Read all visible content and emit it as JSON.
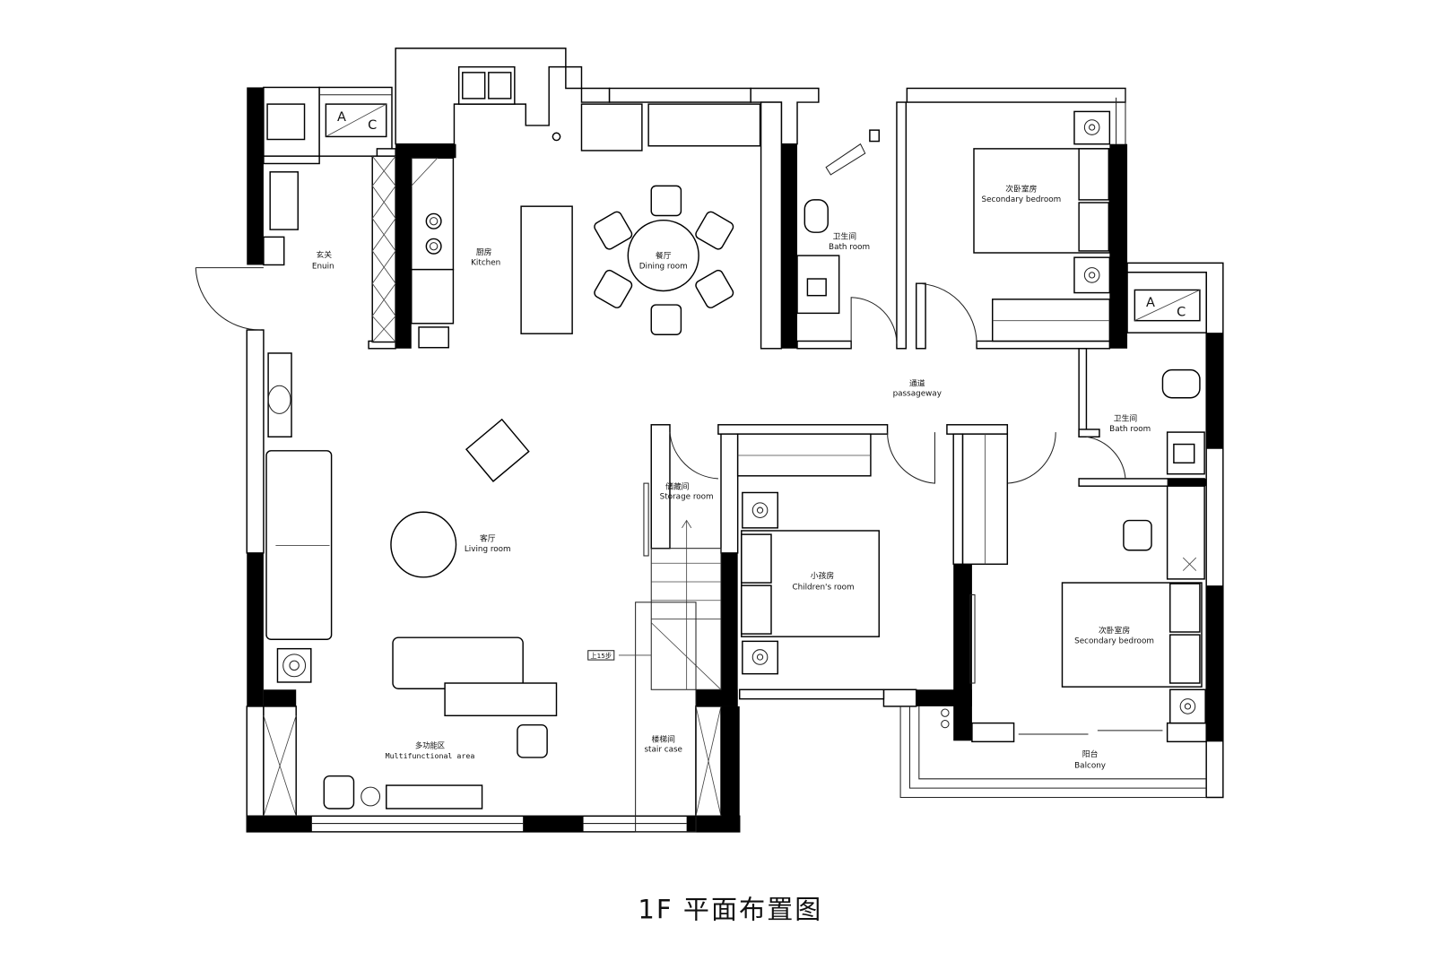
{
  "title": "1F 平面布置图",
  "rooms": {
    "entry": {
      "cn": "玄关",
      "en": "Enuin"
    },
    "kitchen": {
      "cn": "厨房",
      "en": "Kitchen"
    },
    "dining": {
      "cn": "餐厅",
      "en": "Dining room"
    },
    "bath1": {
      "cn": "卫生间",
      "en": "Bath room"
    },
    "bedroom1": {
      "cn": "次卧室房",
      "en": "Secondary bedroom"
    },
    "passage": {
      "cn": "通道",
      "en": "passageway"
    },
    "bath2": {
      "cn": "卫生间",
      "en": "Bath room"
    },
    "storage": {
      "cn": "储藏间",
      "en": "Storage room"
    },
    "living": {
      "cn": "客厅",
      "en": "Living room"
    },
    "children": {
      "cn": "小孩房",
      "en": "Children's room"
    },
    "bedroom2": {
      "cn": "次卧室房",
      "en": "Secondary bedroom"
    },
    "multi": {
      "cn": "多功能区",
      "en": "Multifunctional area"
    },
    "stair": {
      "cn": "楼梯间",
      "en": "stair case"
    },
    "balcony": {
      "cn": "阳台",
      "en": "Balcony"
    }
  },
  "stair_note": "上15步",
  "ac_units": [
    {
      "a": "A",
      "c": "C"
    },
    {
      "a": "A",
      "c": "C"
    }
  ]
}
